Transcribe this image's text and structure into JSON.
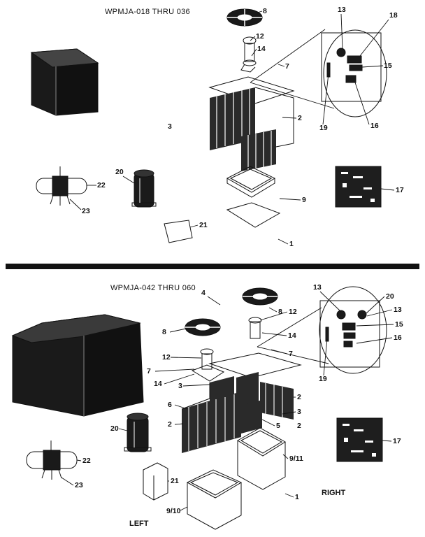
{
  "upper": {
    "title": "WPMJA-018 THRU 036",
    "callouts": [
      "8",
      "12",
      "14",
      "7",
      "13",
      "18",
      "15",
      "16",
      "19",
      "2",
      "3",
      "20",
      "22",
      "23",
      "21",
      "9",
      "17",
      "1"
    ]
  },
  "lower": {
    "title": "WPMJA-042 THRU 060",
    "callouts": [
      "4",
      "8",
      "12",
      "13",
      "20",
      "13",
      "15",
      "14",
      "16",
      "7",
      "8",
      "12",
      "7",
      "19",
      "14",
      "3",
      "2",
      "6",
      "3",
      "2",
      "5",
      "20",
      "2",
      "17",
      "9/11",
      "22",
      "21",
      "23",
      "1",
      "9/10"
    ],
    "side_labels": {
      "left": "LEFT",
      "right": "RIGHT"
    }
  }
}
